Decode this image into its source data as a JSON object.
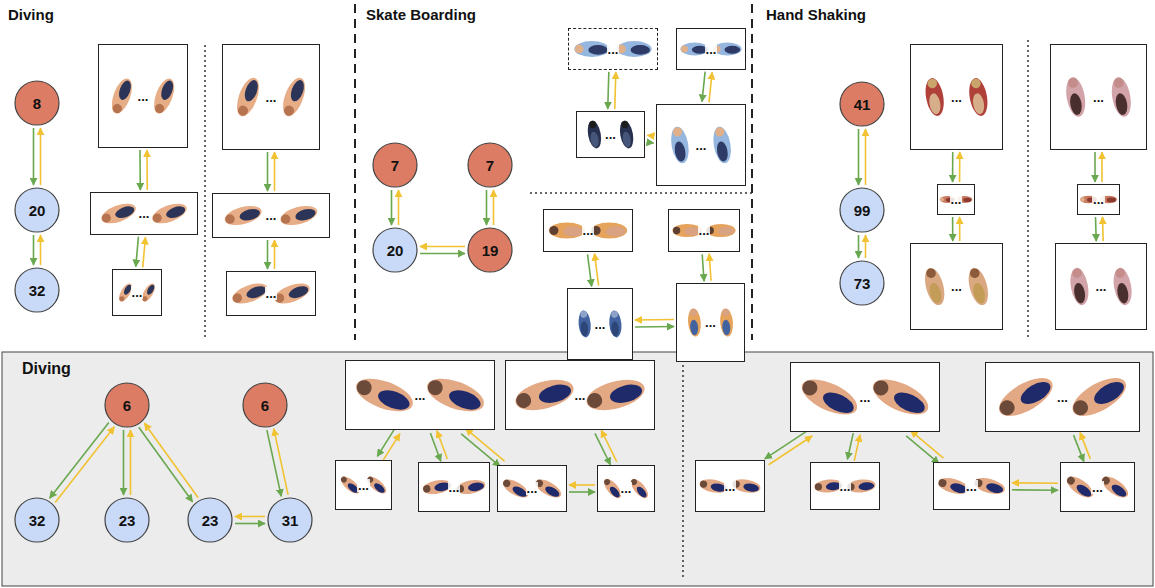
{
  "diagram": {
    "nodes": [
      {
        "text": [
          "8"
        ]
      },
      {
        "text": [
          "20"
        ]
      },
      {
        "text": [
          "32"
        ]
      },
      {
        "text": [
          "..."
        ]
      },
      {
        "text": [
          "..."
        ]
      },
      {
        "text": [
          "..."
        ]
      },
      {
        "text": [
          "..."
        ]
      },
      {
        "text": [
          "..."
        ]
      },
      {
        "text": [
          "..."
        ]
      },
      {
        "text": [
          "7"
        ]
      },
      {
        "text": [
          "20"
        ]
      },
      {
        "text": [
          "7"
        ]
      },
      {
        "text": [
          "19"
        ]
      },
      {
        "text": [
          "..."
        ]
      },
      {
        "text": [
          "..."
        ]
      },
      {
        "text": [
          "..."
        ]
      },
      {
        "text": [
          "..."
        ]
      },
      {
        "text": [
          "..."
        ]
      },
      {
        "text": [
          "..."
        ]
      },
      {
        "text": [
          "..."
        ]
      },
      {
        "text": [
          "..."
        ]
      },
      {
        "text": [
          "41"
        ]
      },
      {
        "text": [
          "99"
        ]
      },
      {
        "text": [
          "73"
        ]
      },
      {
        "text": [
          "..."
        ]
      },
      {
        "text": [
          "..."
        ]
      },
      {
        "text": [
          "..."
        ]
      },
      {
        "text": [
          "..."
        ]
      },
      {
        "text": [
          "..."
        ]
      },
      {
        "text": [
          "..."
        ]
      },
      {
        "text": [
          "Diving"
        ]
      },
      {
        "text": [
          "6"
        ],
        "in": 30
      },
      {
        "text": [
          "32"
        ],
        "in": 30
      },
      {
        "text": [
          "23"
        ],
        "in": 30
      },
      {
        "text": [
          "23"
        ],
        "in": 30
      },
      {
        "text": [
          "6"
        ],
        "in": 30
      },
      {
        "text": [
          "31"
        ],
        "in": 30
      },
      {
        "text": [
          "..."
        ],
        "in": 30
      },
      {
        "text": [
          "..."
        ],
        "in": 30
      },
      {
        "text": [
          "..."
        ],
        "in": 30
      },
      {
        "text": [
          "..."
        ],
        "in": 30
      },
      {
        "text": [
          "..."
        ],
        "in": 30
      },
      {
        "text": [
          "..."
        ],
        "in": 30
      },
      {
        "text": [
          "..."
        ],
        "in": 30
      },
      {
        "text": [
          "..."
        ],
        "in": 30
      },
      {
        "text": [
          "..."
        ],
        "in": 30
      },
      {
        "text": [
          "..."
        ],
        "in": 30
      },
      {
        "text": [
          "..."
        ],
        "in": 30
      },
      {
        "text": [
          "..."
        ],
        "in": 30
      }
    ],
    "edges": [
      {
        "from": 0,
        "to": 1,
        "arrow": "to"
      },
      {
        "from": 1,
        "to": 0,
        "arrow": "to"
      },
      {
        "from": 1,
        "to": 2,
        "arrow": "to"
      },
      {
        "from": 2,
        "to": 1,
        "arrow": "to"
      },
      {
        "from": 3,
        "to": 4,
        "arrow": "to"
      },
      {
        "from": 4,
        "to": 3,
        "arrow": "to"
      },
      {
        "from": 4,
        "to": 5,
        "arrow": "to"
      },
      {
        "from": 5,
        "to": 4,
        "arrow": "to"
      },
      {
        "from": 6,
        "to": 7,
        "arrow": "to"
      },
      {
        "from": 7,
        "to": 6,
        "arrow": "to"
      },
      {
        "from": 7,
        "to": 8,
        "arrow": "to"
      },
      {
        "from": 8,
        "to": 7,
        "arrow": "to"
      },
      {
        "from": 9,
        "to": 10,
        "arrow": "to"
      },
      {
        "from": 10,
        "to": 9,
        "arrow": "to"
      },
      {
        "from": 10,
        "to": 12,
        "arrow": "to"
      },
      {
        "from": 12,
        "to": 10,
        "arrow": "to"
      },
      {
        "from": 11,
        "to": 12,
        "arrow": "to"
      },
      {
        "from": 12,
        "to": 11,
        "arrow": "to"
      },
      {
        "from": 13,
        "to": 15,
        "arrow": "to"
      },
      {
        "from": 15,
        "to": 13,
        "arrow": "to"
      },
      {
        "from": 15,
        "to": 16,
        "arrow": "to"
      },
      {
        "from": 16,
        "to": 15,
        "arrow": "to"
      },
      {
        "from": 14,
        "to": 16,
        "arrow": "to"
      },
      {
        "from": 16,
        "to": 14,
        "arrow": "to"
      },
      {
        "from": 17,
        "to": 19,
        "arrow": "to"
      },
      {
        "from": 19,
        "to": 17,
        "arrow": "to"
      },
      {
        "from": 19,
        "to": 20,
        "arrow": "to"
      },
      {
        "from": 20,
        "to": 19,
        "arrow": "to"
      },
      {
        "from": 18,
        "to": 20,
        "arrow": "to"
      },
      {
        "from": 20,
        "to": 18,
        "arrow": "to"
      },
      {
        "from": 21,
        "to": 22,
        "arrow": "to"
      },
      {
        "from": 22,
        "to": 21,
        "arrow": "to"
      },
      {
        "from": 22,
        "to": 23,
        "arrow": "to"
      },
      {
        "from": 23,
        "to": 22,
        "arrow": "to"
      },
      {
        "from": 24,
        "to": 25,
        "arrow": "to"
      },
      {
        "from": 25,
        "to": 24,
        "arrow": "to"
      },
      {
        "from": 25,
        "to": 26,
        "arrow": "to"
      },
      {
        "from": 26,
        "to": 25,
        "arrow": "to"
      },
      {
        "from": 27,
        "to": 28,
        "arrow": "to"
      },
      {
        "from": 28,
        "to": 27,
        "arrow": "to"
      },
      {
        "from": 28,
        "to": 29,
        "arrow": "to"
      },
      {
        "from": 29,
        "to": 28,
        "arrow": "to"
      },
      {
        "from": 31,
        "to": 32,
        "arrow": "to"
      },
      {
        "from": 32,
        "to": 31,
        "arrow": "to"
      },
      {
        "from": 31,
        "to": 33,
        "arrow": "to"
      },
      {
        "from": 33,
        "to": 31,
        "arrow": "to"
      },
      {
        "from": 31,
        "to": 34,
        "arrow": "to"
      },
      {
        "from": 34,
        "to": 31,
        "arrow": "to"
      },
      {
        "from": 34,
        "to": 36,
        "arrow": "to"
      },
      {
        "from": 36,
        "to": 34,
        "arrow": "to"
      },
      {
        "from": 35,
        "to": 36,
        "arrow": "to"
      },
      {
        "from": 36,
        "to": 35,
        "arrow": "to"
      },
      {
        "from": 37,
        "to": 39,
        "arrow": "to"
      },
      {
        "from": 39,
        "to": 37,
        "arrow": "to"
      },
      {
        "from": 37,
        "to": 40,
        "arrow": "to"
      },
      {
        "from": 40,
        "to": 37,
        "arrow": "to"
      },
      {
        "from": 37,
        "to": 41,
        "arrow": "to"
      },
      {
        "from": 41,
        "to": 37,
        "arrow": "to"
      },
      {
        "from": 41,
        "to": 42,
        "arrow": "to"
      },
      {
        "from": 42,
        "to": 41,
        "arrow": "to"
      },
      {
        "from": 38,
        "to": 42,
        "arrow": "to"
      },
      {
        "from": 42,
        "to": 38,
        "arrow": "to"
      },
      {
        "from": 43,
        "to": 45,
        "arrow": "to"
      },
      {
        "from": 45,
        "to": 43,
        "arrow": "to"
      },
      {
        "from": 43,
        "to": 46,
        "arrow": "to"
      },
      {
        "from": 46,
        "to": 43,
        "arrow": "to"
      },
      {
        "from": 43,
        "to": 47,
        "arrow": "to"
      },
      {
        "from": 47,
        "to": 43,
        "arrow": "to"
      },
      {
        "from": 47,
        "to": 48,
        "arrow": "to"
      },
      {
        "from": 48,
        "to": 47,
        "arrow": "to"
      },
      {
        "from": 44,
        "to": 48,
        "arrow": "to"
      },
      {
        "from": 48,
        "to": 44,
        "arrow": "to"
      }
    ],
    "labels": [
      "Diving",
      "Skate Boarding",
      "Hand Shaking"
    ]
  }
}
